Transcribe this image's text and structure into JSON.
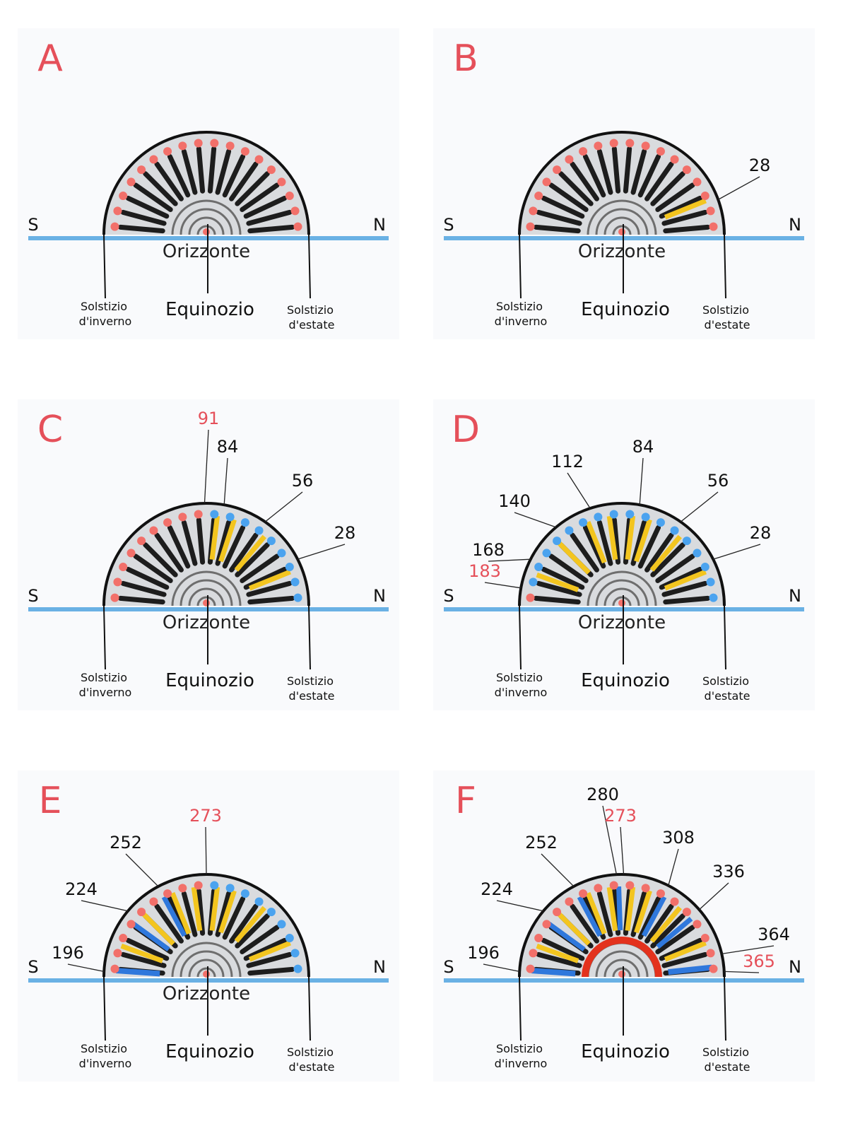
{
  "labels": {
    "south": "S",
    "north": "N",
    "horizon": "Orizzonte",
    "equinox": "Equinozio",
    "winter_line1": "Solstizio",
    "winter_line2": "d'inverno",
    "summer_line1": "Solstizio",
    "summer_line2": "d'estate"
  },
  "colors": {
    "panel_bg": "#f9fafc",
    "horizon": "#6ab1e4",
    "letter": "#e5505a",
    "red_dot": "#f2706a",
    "blue_dot": "#4ba3ef",
    "yellow": "#f3c51f",
    "blue_bar": "#2f78dc",
    "red_arc": "#e3321d",
    "disk": "#d9dbde",
    "black": "#111111"
  },
  "panels": [
    {
      "letter": "A",
      "annotations": [],
      "horizon_label": true
    },
    {
      "letter": "B",
      "annotations": [
        {
          "text": "28",
          "color": "black"
        }
      ],
      "horizon_label": true
    },
    {
      "letter": "C",
      "annotations": [
        {
          "text": "91",
          "color": "red"
        },
        {
          "text": "84",
          "color": "black"
        },
        {
          "text": "56",
          "color": "black"
        },
        {
          "text": "28",
          "color": "black"
        }
      ],
      "horizon_label": true
    },
    {
      "letter": "D",
      "annotations": [
        {
          "text": "112",
          "color": "black"
        },
        {
          "text": "84",
          "color": "black"
        },
        {
          "text": "56",
          "color": "black"
        },
        {
          "text": "140",
          "color": "black"
        },
        {
          "text": "28",
          "color": "black"
        },
        {
          "text": "168",
          "color": "black"
        },
        {
          "text": "183",
          "color": "red"
        }
      ],
      "horizon_label": true
    },
    {
      "letter": "E",
      "annotations": [
        {
          "text": "273",
          "color": "red"
        },
        {
          "text": "252",
          "color": "black"
        },
        {
          "text": "224",
          "color": "black"
        },
        {
          "text": "196",
          "color": "black"
        }
      ],
      "horizon_label": true
    },
    {
      "letter": "F",
      "annotations": [
        {
          "text": "280",
          "color": "black"
        },
        {
          "text": "273",
          "color": "red"
        },
        {
          "text": "308",
          "color": "black"
        },
        {
          "text": "252",
          "color": "black"
        },
        {
          "text": "336",
          "color": "black"
        },
        {
          "text": "224",
          "color": "black"
        },
        {
          "text": "364",
          "color": "black"
        },
        {
          "text": "196",
          "color": "black"
        },
        {
          "text": "365",
          "color": "red"
        }
      ],
      "horizon_label": false
    }
  ]
}
